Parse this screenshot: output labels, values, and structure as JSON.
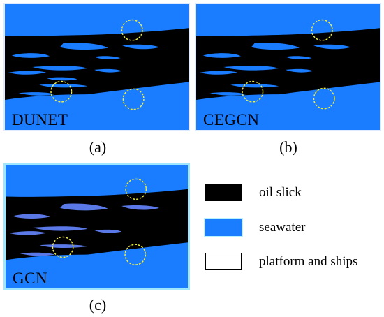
{
  "figure": {
    "panels": [
      {
        "id": "a",
        "tag": "DUNET",
        "caption": "(a)"
      },
      {
        "id": "b",
        "tag": "CEGCN",
        "caption": "(b)"
      },
      {
        "id": "c",
        "tag": "GCN",
        "caption": "(c)"
      }
    ],
    "legend": [
      {
        "label": "oil slick",
        "color": "#000000"
      },
      {
        "label": "seawater",
        "color": "#1a7cff"
      },
      {
        "label": "platform and ships",
        "color": "#ffffff"
      }
    ],
    "colors": {
      "oil": "#000000",
      "sea": "#1a7cff",
      "highlight_circle": "#f2ef3a",
      "highlight_circle_alt": "#9fe7ff"
    }
  }
}
